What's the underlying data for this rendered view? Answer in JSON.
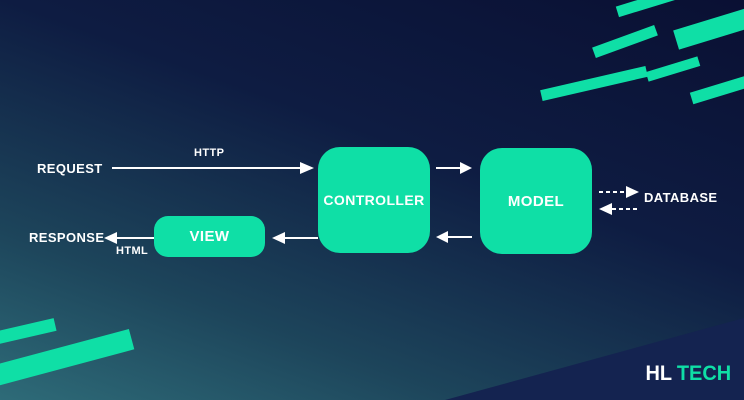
{
  "diagram": {
    "nodes": {
      "controller": {
        "label": "CONTROLLER"
      },
      "model": {
        "label": "MODEL"
      },
      "view": {
        "label": "VIEW"
      }
    },
    "endpoints": {
      "request": "REQUEST",
      "response": "RESPONSE",
      "database": "DATABASE"
    },
    "edge_labels": {
      "http": "HTTP",
      "html": "HTML"
    }
  },
  "branding": {
    "logo_left": "HL",
    "logo_right": "TECH"
  },
  "colors": {
    "accent": "#0FDFA6",
    "bg_top": "#0A1033",
    "bg_bottom": "#2E6B78",
    "corner_navy": "#142350",
    "text": "#FFFFFF"
  }
}
